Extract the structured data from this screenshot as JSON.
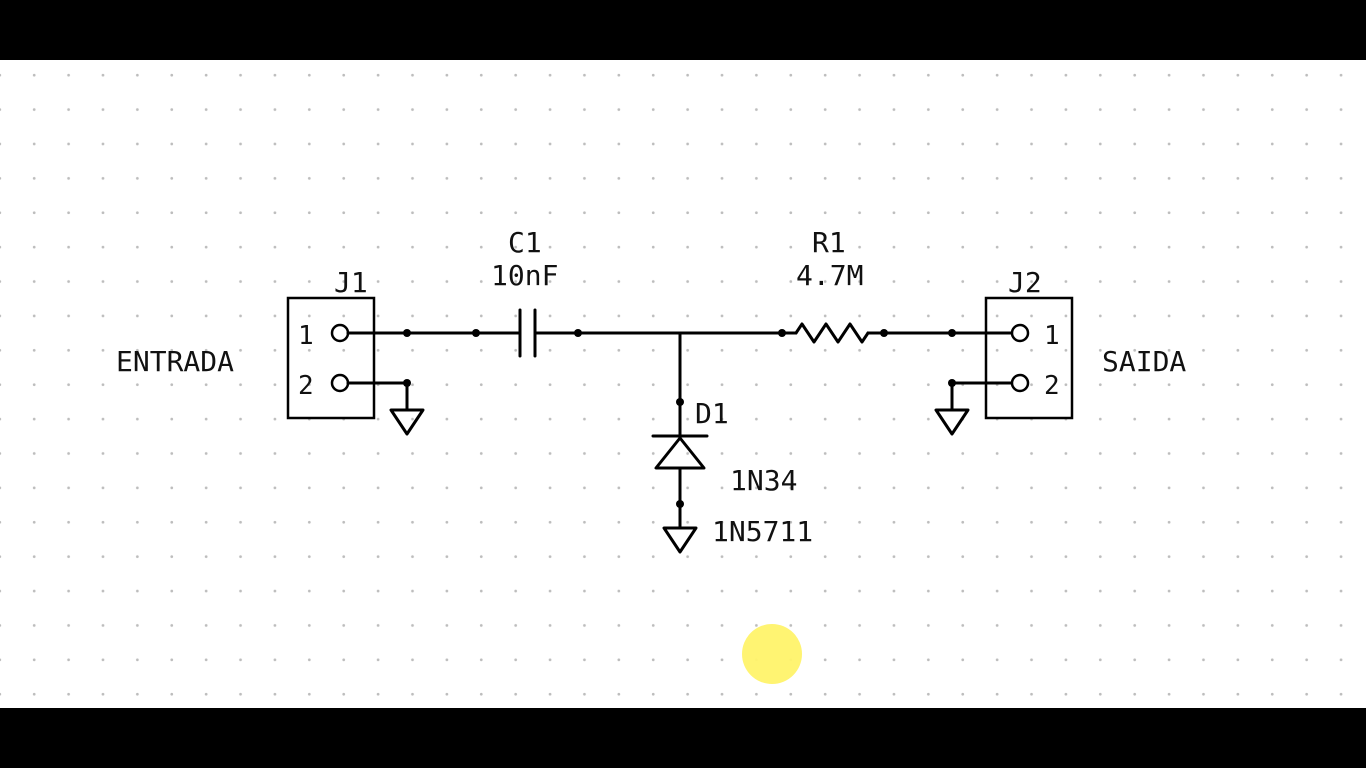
{
  "colors": {
    "background": "#ffffff",
    "wire": "#000000",
    "grid_dot": "#bdbdbd",
    "letterbox": "#000000",
    "cursor_highlight": "#fff36a"
  },
  "net_labels": {
    "input": "ENTRADA",
    "output": "SAIDA"
  },
  "components": {
    "j1": {
      "ref": "J1",
      "pin1": "1",
      "pin2": "2"
    },
    "j2": {
      "ref": "J2",
      "pin1": "1",
      "pin2": "2"
    },
    "c1": {
      "ref": "C1",
      "value": "10nF"
    },
    "r1": {
      "ref": "R1",
      "value": "4.7M"
    },
    "d1": {
      "ref": "D1",
      "value": "1N34",
      "alt_value": "1N5711"
    }
  }
}
